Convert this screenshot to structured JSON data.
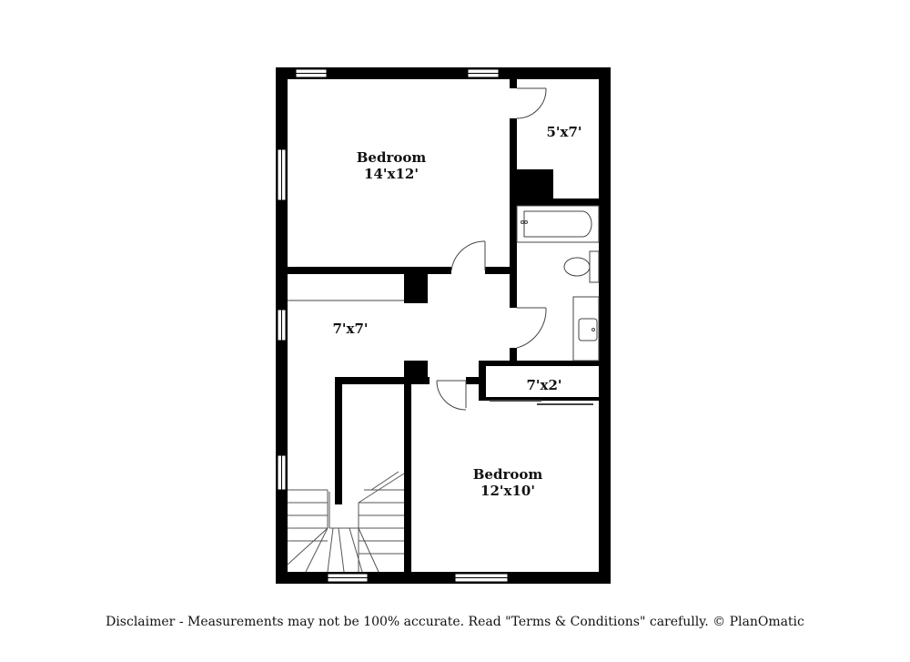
{
  "rooms": {
    "bedroom_top": {
      "name": "Bedroom",
      "size": "14'x12'"
    },
    "closet_top": {
      "size": "5'x7'"
    },
    "hall": {
      "size": "7'x7'"
    },
    "closet_small": {
      "size": "7'x2'"
    },
    "bedroom_bottom": {
      "name": "Bedroom",
      "size": "12'x10'"
    }
  },
  "footer": {
    "disclaimer": "Disclaimer - Measurements may not be 100% accurate. Read \"Terms & Conditions\" carefully. © PlanOmatic"
  },
  "colors": {
    "wall": "#000000",
    "fixture": "#444444",
    "background": "#ffffff"
  }
}
